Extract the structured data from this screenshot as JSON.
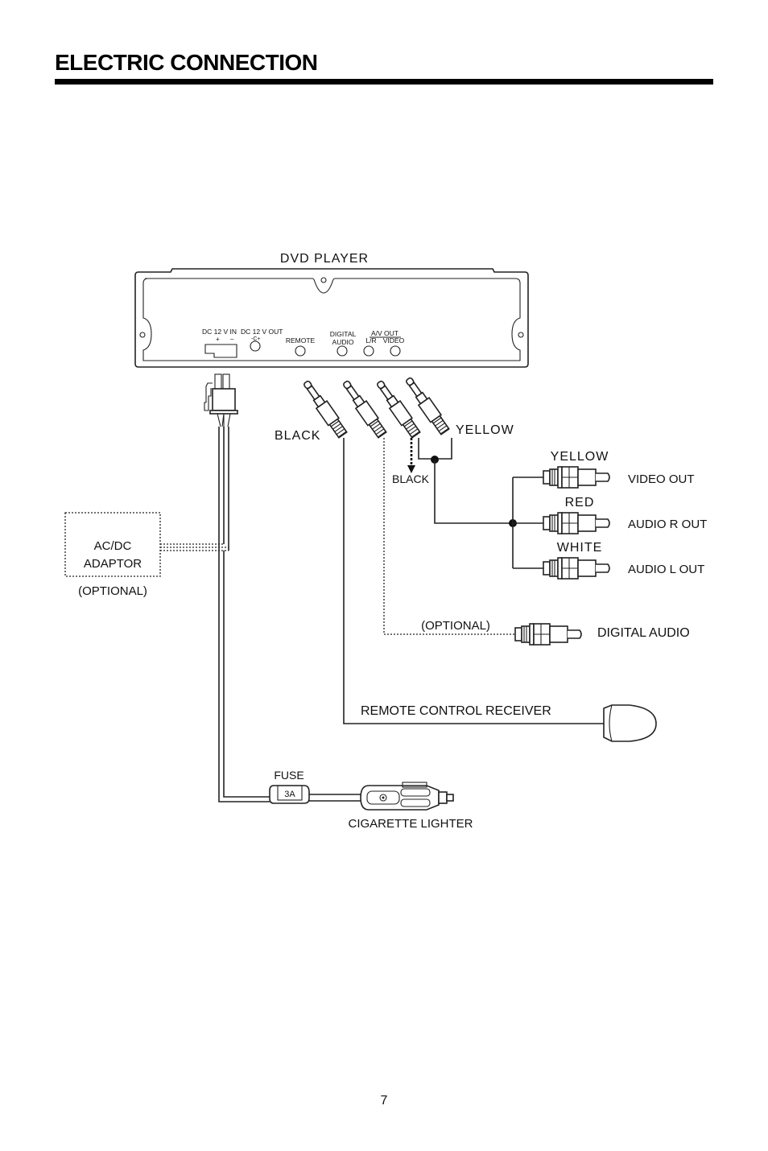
{
  "header": {
    "title": "ELECTRIC CONNECTION"
  },
  "diagram": {
    "dvd_player": {
      "label": "DVD PLAYER",
      "ports": {
        "dc_in": "DC 12 V IN",
        "dc_in_polarity_plus": "+",
        "dc_in_polarity_minus": "–",
        "dc_out": "DC 12 V OUT",
        "dc_out_symbol": "-C+",
        "remote": "REMOTE",
        "digital_line1": "DIGITAL",
        "digital_line2": "AUDIO",
        "av_out": "A/V OUT",
        "lr": "L/R",
        "video": "VIDEO"
      }
    },
    "plug_labels": {
      "black_left": "BLACK",
      "yellow_right": "YELLOW",
      "black_arrow": "BLACK"
    },
    "rca_outputs": [
      {
        "color_label": "YELLOW",
        "output_label": "VIDEO OUT"
      },
      {
        "color_label": "RED",
        "output_label": "AUDIO R OUT"
      },
      {
        "color_label": "WHITE",
        "output_label": "AUDIO L OUT"
      }
    ],
    "adaptor": {
      "line1": "AC/DC",
      "line2": "ADAPTOR",
      "optional": "(OPTIONAL)"
    },
    "digital_audio": {
      "optional": "(OPTIONAL)",
      "label": "DIGITAL AUDIO"
    },
    "remote_receiver": {
      "label": "REMOTE CONTROL RECEIVER"
    },
    "fuse": {
      "label": "FUSE",
      "rating": "3A"
    },
    "cigarette_lighter": {
      "label": "CIGARETTE LIGHTER"
    }
  },
  "footer": {
    "page_number": "7"
  }
}
